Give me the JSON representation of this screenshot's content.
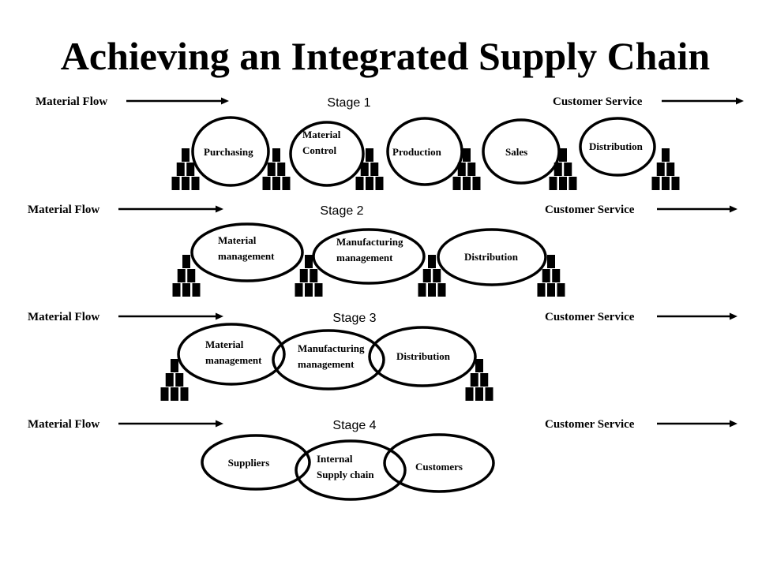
{
  "title": "Achieving an Integrated Supply Chain",
  "stages": [
    {
      "name": "Stage 1",
      "flow_label": "Material Flow",
      "service_label": "Customer Service",
      "ovals": [
        {
          "lines": [
            "Purchasing"
          ]
        },
        {
          "lines": [
            "Material",
            "Control"
          ]
        },
        {
          "lines": [
            "Production"
          ]
        },
        {
          "lines": [
            "Sales"
          ]
        },
        {
          "lines": [
            "Distribution"
          ]
        }
      ]
    },
    {
      "name": "Stage 2",
      "flow_label": "Material Flow",
      "service_label": "Customer Service",
      "ovals": [
        {
          "lines": [
            "Material",
            "management"
          ]
        },
        {
          "lines": [
            "Manufacturing",
            "management"
          ]
        },
        {
          "lines": [
            "Distribution"
          ]
        }
      ]
    },
    {
      "name": "Stage 3",
      "flow_label": "Material Flow",
      "service_label": "Customer Service",
      "ovals": [
        {
          "lines": [
            "Material",
            "management"
          ]
        },
        {
          "lines": [
            "Manufacturing",
            "management"
          ]
        },
        {
          "lines": [
            "Distribution"
          ]
        }
      ]
    },
    {
      "name": "Stage 4",
      "flow_label": "Material Flow",
      "service_label": "Customer Service",
      "ovals": [
        {
          "lines": [
            "Suppliers"
          ]
        },
        {
          "lines": [
            "Internal",
            "Supply chain"
          ]
        },
        {
          "lines": [
            "Customers"
          ]
        }
      ]
    }
  ]
}
